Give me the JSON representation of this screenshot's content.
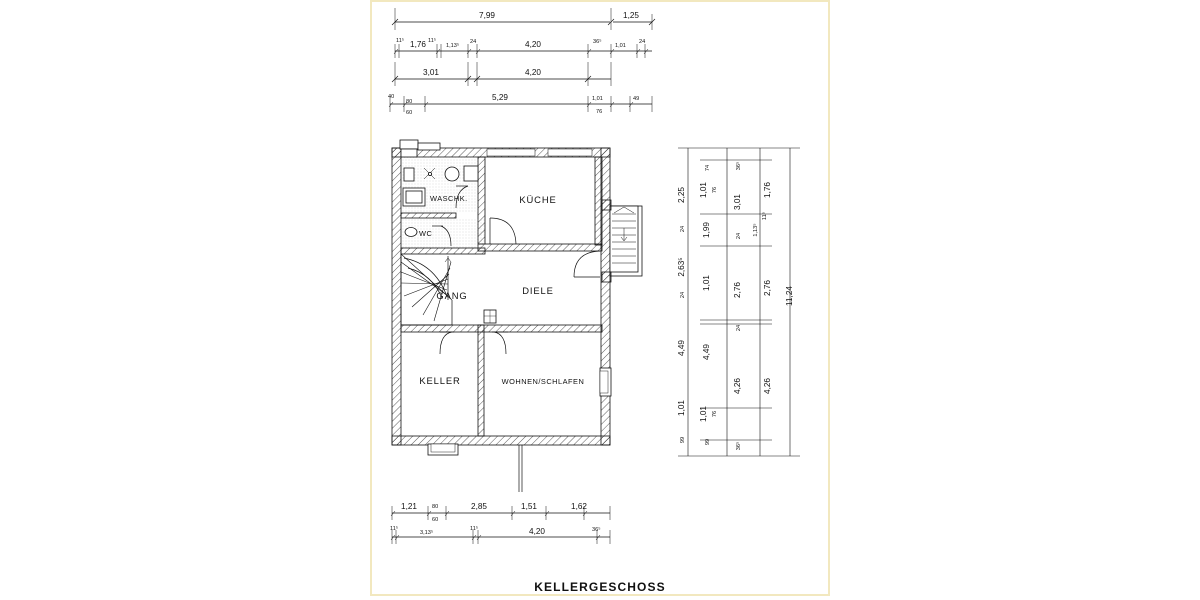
{
  "sheet": {
    "title": "KELLERGESCHOSS",
    "border_color": "#f2e8bf",
    "background": "#ffffff",
    "ink_color": "#111111"
  },
  "drawing": {
    "type": "architectural-floor-plan",
    "language": "de",
    "scale_units": "meters",
    "description": "Basement floor plan (Kellergeschoss) with dimension chains on top, right and bottom"
  },
  "rooms": [
    {
      "id": "waschk",
      "label": "WASCHK.",
      "note": "laundry room with fixtures"
    },
    {
      "id": "wc",
      "label": "WC",
      "note": "toilet"
    },
    {
      "id": "kueche",
      "label": "KÜCHE",
      "note": "kitchen"
    },
    {
      "id": "gang",
      "label": "GANG",
      "note": "hallway with winder stair"
    },
    {
      "id": "diele",
      "label": "DIELE",
      "note": "entry hall"
    },
    {
      "id": "keller",
      "label": "KELLER",
      "note": "cellar storage"
    },
    {
      "id": "wohnen",
      "label": "WOHNEN/SCHLAFEN",
      "note": "living / sleeping"
    }
  ],
  "dimensions": {
    "top": {
      "row1": [
        "7,99",
        "1,25"
      ],
      "row2": [
        "11⁵",
        "1,76",
        "11⁵",
        "1,13⁵",
        "24",
        "4,20",
        "36⁵",
        "1,01",
        "24"
      ],
      "row3": [
        "3,01",
        "4,20"
      ],
      "row4": [
        "40",
        "80",
        "60",
        "5,29",
        "1,01",
        "76",
        "49"
      ]
    },
    "right": {
      "col1": [
        "2,25",
        "24",
        "2,63⁵",
        "24",
        "4,49",
        "1,01",
        "99"
      ],
      "col2": [
        "74",
        "1,01",
        "76",
        "1,99",
        "1,01",
        "4,49",
        "1,01",
        "76",
        "99"
      ],
      "col3": [
        "36⁵",
        "3,01",
        "24",
        "2,76",
        "24",
        "4,26",
        "36⁵"
      ],
      "col4": [
        "1,76",
        "1,13⁵",
        "11⁵",
        "2,76",
        "4,26"
      ],
      "total": "11,24"
    },
    "bottom": {
      "row1": [
        "1,21",
        "80",
        "60",
        "2,85",
        "1,51",
        "1,62"
      ],
      "row2": [
        "11⁵",
        "3,13⁵",
        "11⁵",
        "4,20",
        "36⁵"
      ]
    }
  }
}
